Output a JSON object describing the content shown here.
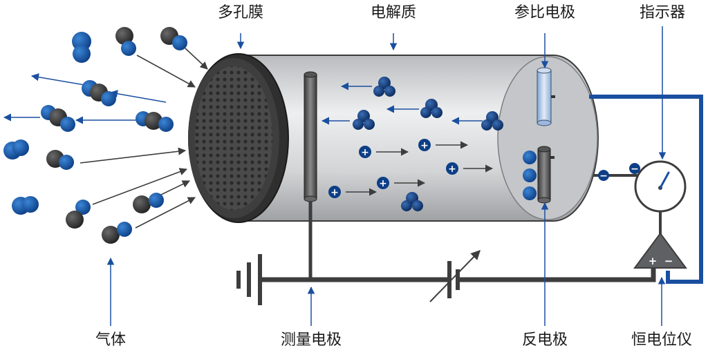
{
  "labels": {
    "membrane": "多孔膜",
    "electrolyte": "电解质",
    "reference_electrode": "参比电极",
    "indicator": "指示器",
    "gas": "气体",
    "measuring_electrode": "测量电极",
    "counter_electrode": "反电极",
    "potentiostat": "恒电位仪"
  },
  "symbols": {
    "positive_ion": "+",
    "negative_ion": "−",
    "amp_plus": "+",
    "amp_minus": "−"
  },
  "colors": {
    "accent_blue": "#1a4fa0",
    "molecule_blue": "#1f5fb0",
    "molecule_dark": "#3a3a3a",
    "wire_dark": "#3d3d3d",
    "cylinder_light": "#e4e5e7",
    "cylinder_dark": "#a5a7aa"
  }
}
